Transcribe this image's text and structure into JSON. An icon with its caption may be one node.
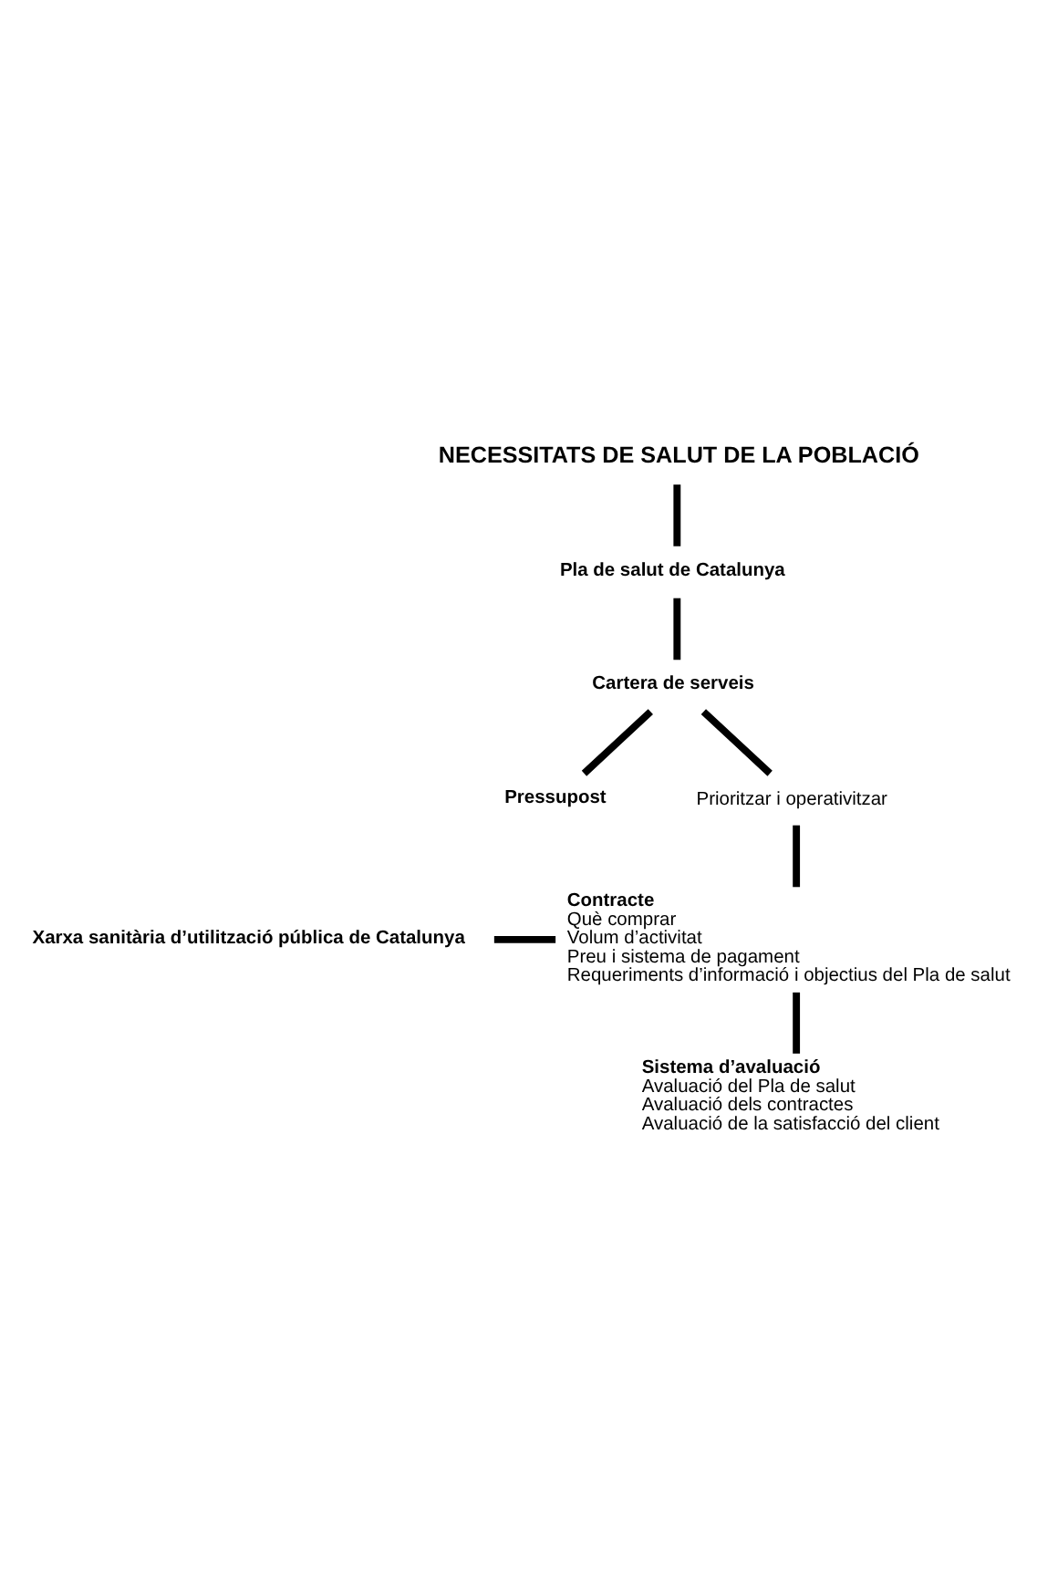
{
  "diagram": {
    "nodes": [
      {
        "text": [
          "NECESSITATS DE SALUT DE LA POBLACIÓ"
        ]
      },
      {
        "text": [
          "Pla de salut de Catalunya"
        ]
      },
      {
        "text": [
          "Cartera de serveis"
        ]
      },
      {
        "text": [
          "Pressupost"
        ]
      },
      {
        "text": [
          "Prioritzar i operativitzar"
        ]
      },
      {
        "text": [
          "Xarxa sanitària d’utilització pública de Catalunya"
        ]
      },
      {
        "text": [
          "Contracte",
          "Què comprar",
          "Volum d’activitat",
          "Preu i sistema de pagament",
          "Requeriments d’informació i objectius del Pla de salut"
        ]
      },
      {
        "text": [
          "Sistema d’avaluació",
          "Avaluació del Pla de salut",
          "Avaluació dels contractes",
          "Avaluació de la satisfacció del client"
        ]
      }
    ],
    "edges": [
      {
        "from": 0,
        "to": 1,
        "arrow": "none"
      },
      {
        "from": 1,
        "to": 2,
        "arrow": "none"
      },
      {
        "from": 2,
        "to": 3,
        "arrow": "none"
      },
      {
        "from": 2,
        "to": 4,
        "arrow": "none"
      },
      {
        "from": 4,
        "to": 6,
        "arrow": "none"
      },
      {
        "from": 5,
        "to": 6,
        "arrow": "none"
      },
      {
        "from": 6,
        "to": 7,
        "arrow": "none"
      }
    ]
  }
}
